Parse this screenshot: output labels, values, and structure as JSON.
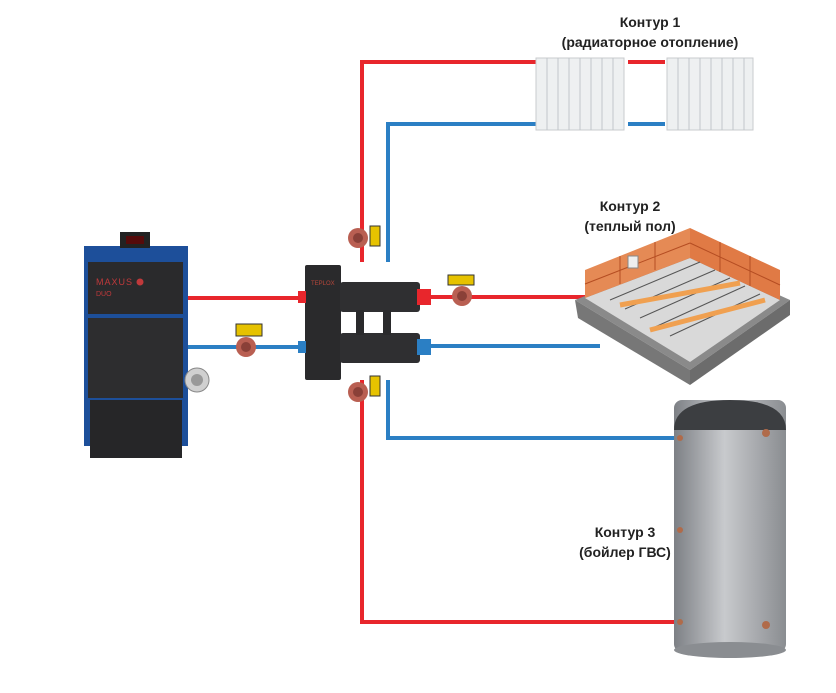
{
  "circuits": [
    {
      "title": "Контур 1",
      "subtitle": "(радиаторное отопление)"
    },
    {
      "title": "Контур 2",
      "subtitle": "(теплый пол)"
    },
    {
      "title": "Контур 3",
      "subtitle": "(бойлер ГВС)"
    }
  ],
  "boiler": {
    "brand": "MAXUS",
    "model": "DUO"
  },
  "manifold": {
    "brand": "TEPLOX"
  },
  "colors": {
    "supply": "#e8262c",
    "return": "#2b7fc4",
    "equipment": "#2a2a2c",
    "boiler_blue": "#1d4f9a",
    "tank": "#9c9fa3",
    "pump": "#b95f52",
    "pump_box": "#e6c200"
  }
}
